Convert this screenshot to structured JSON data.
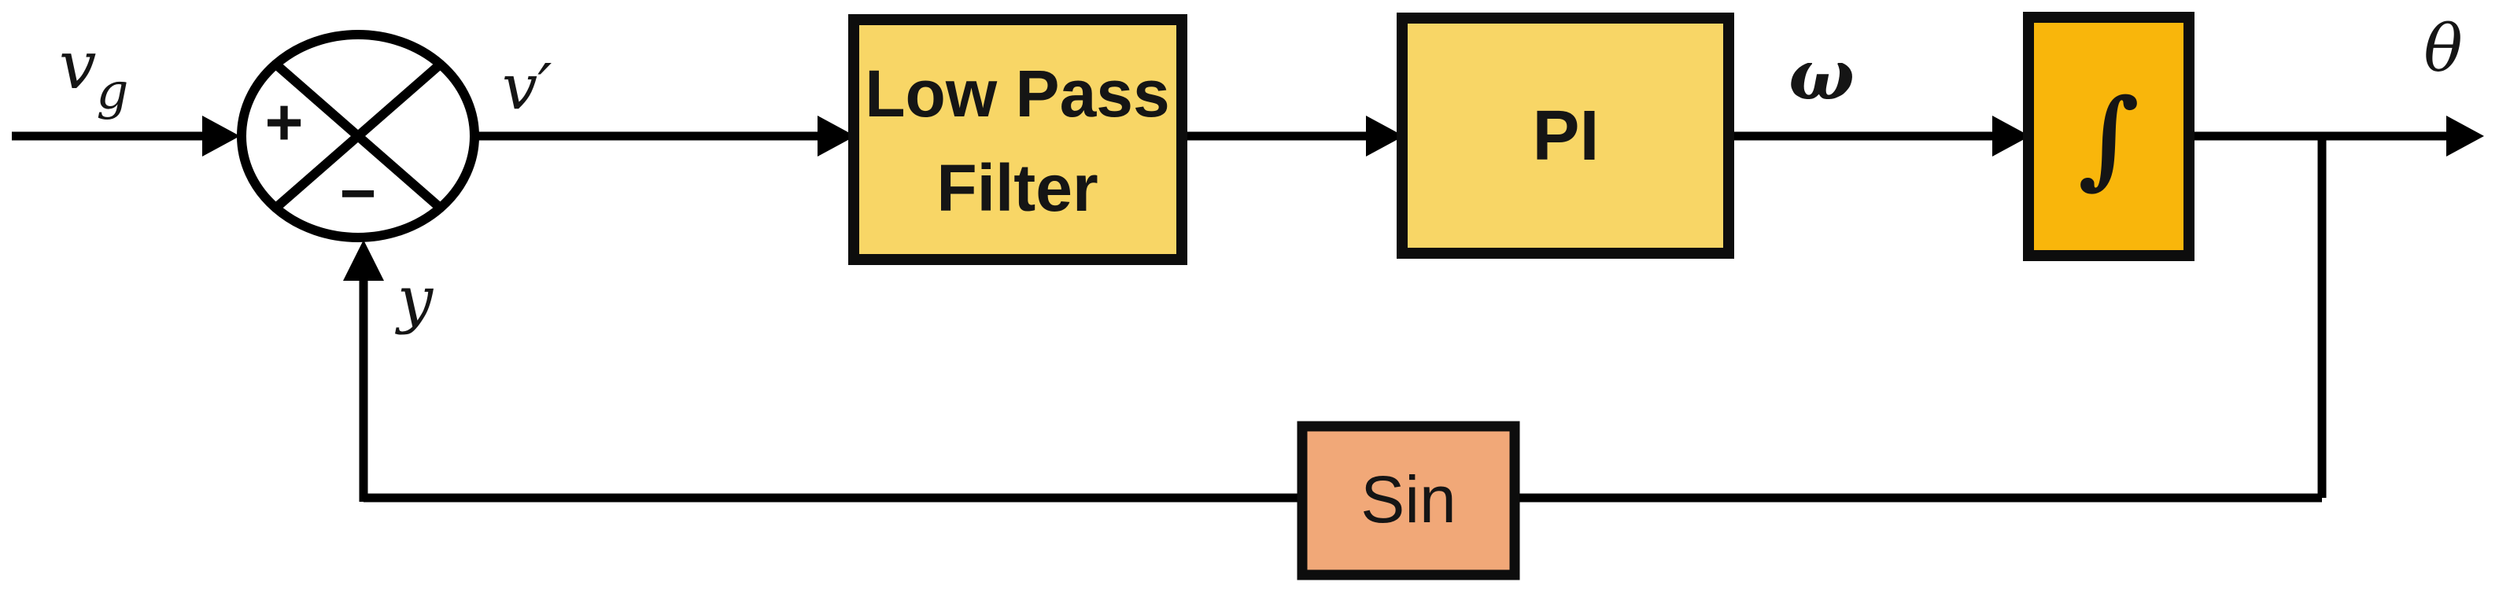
{
  "diagram": {
    "kind": "control-loop-block-diagram",
    "blocks": {
      "low_pass_filter": {
        "line1": "Low Pass",
        "line2": "Filter",
        "fill": "#F8D666"
      },
      "pi": {
        "label": "PI",
        "fill": "#F8D666"
      },
      "integrator": {
        "label": "∫",
        "fill": "#F9B60B"
      },
      "sin": {
        "label": "Sin",
        "fill": "#F1A878"
      }
    },
    "summing_junction": {
      "plus": "+",
      "minus": "−"
    },
    "signals": {
      "input_base": "v",
      "input_subscript": "g",
      "error": "v′",
      "omega": "ω",
      "theta": "θ",
      "feedback": "y"
    },
    "colors": {
      "line": "#000000",
      "block_border": "#0D0D0D",
      "text": "#151515",
      "background": "#FFFFFF",
      "yellow": "#F8D666",
      "amber": "#F9B60B",
      "salmon": "#F1A878"
    }
  }
}
